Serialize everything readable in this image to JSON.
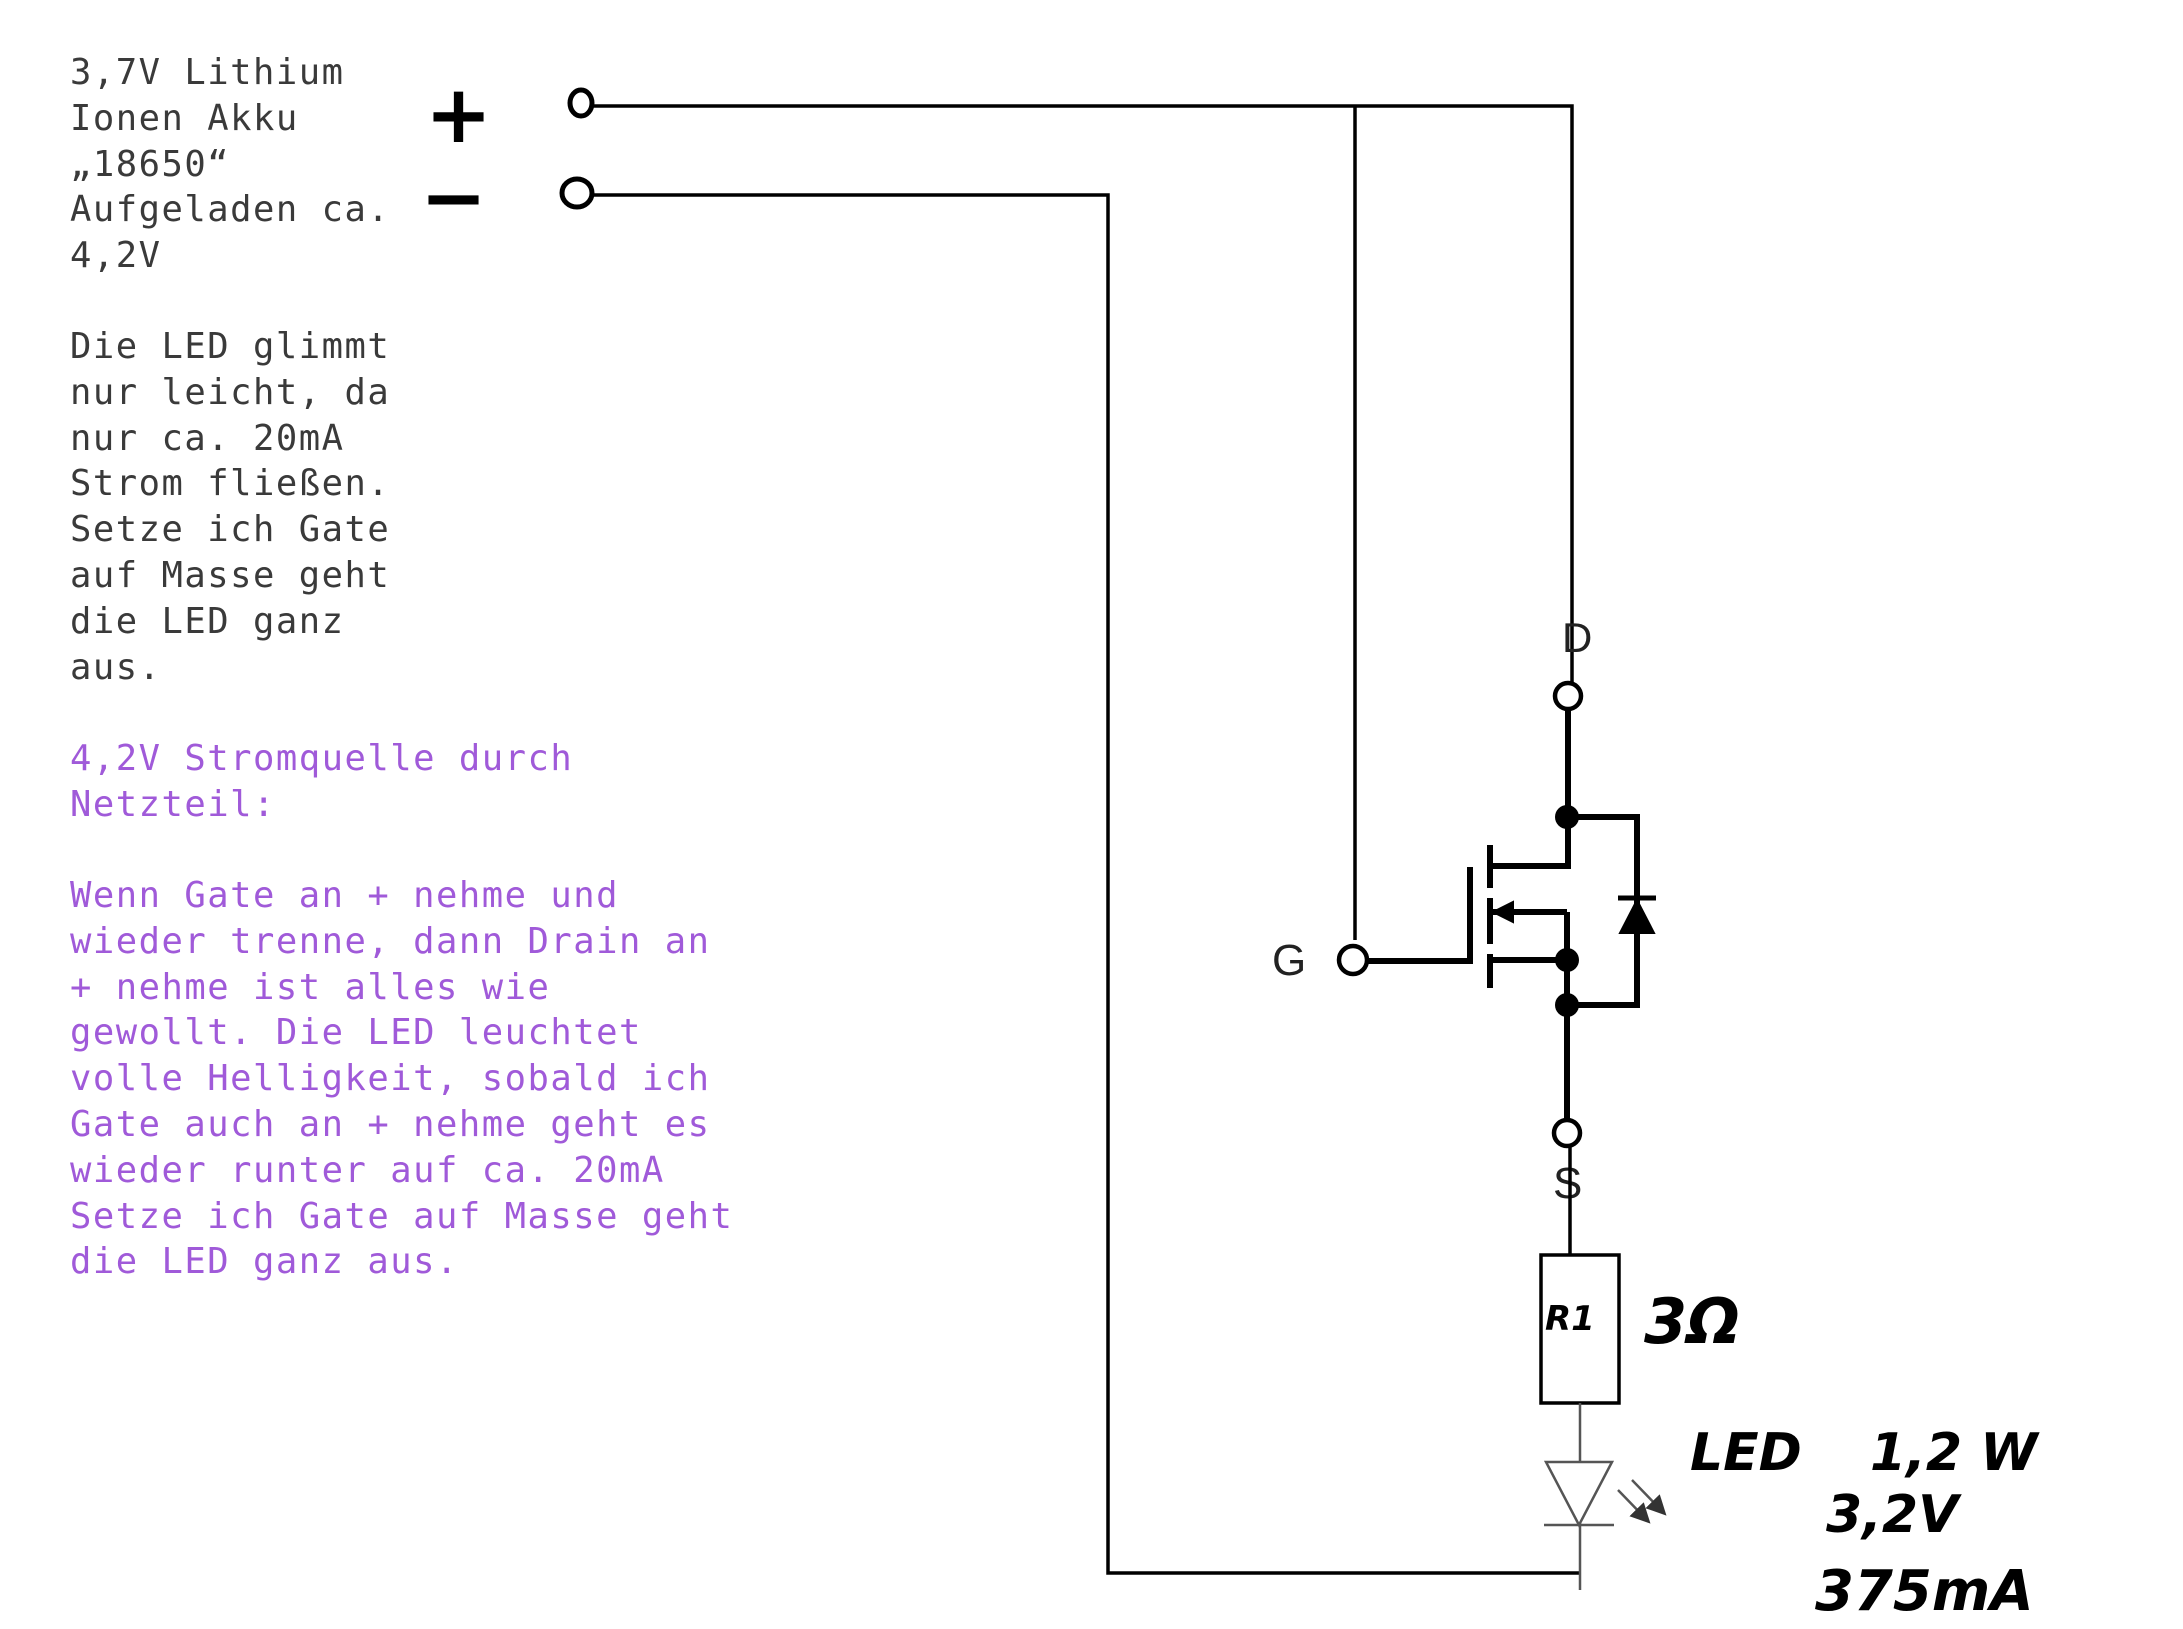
{
  "notes": {
    "battery": "3,7V Lithium\nIonen Akku\n„18650“\nAufgeladen ca.\n4,2V",
    "led_glow": "Die LED glimmt\nnur leicht, da\nnur ca. 20mA\nStrom fließen.\nSetze ich Gate\nauf Masse geht\ndie LED ganz\naus.",
    "psu_title": "4,2V Stromquelle durch\nNetzteil:",
    "psu_body": "Wenn Gate an + nehme und\nwieder trenne, dann Drain an\n+ nehme ist alles wie\ngewollt. Die LED leuchtet\nvolle Helligkeit, sobald ich\nGate auch an + nehme geht es\nwieder runter auf ca. 20mA\nSetze ich Gate auf Masse geht\ndie LED ganz aus."
  },
  "terminals": {
    "plus": "+",
    "minus": "−"
  },
  "mosfet": {
    "drain": "D",
    "gate": "G",
    "source": "S"
  },
  "resistor": {
    "name": "R1",
    "value": "3Ω"
  },
  "led": {
    "label": "LED",
    "power": "1,2 W",
    "voltage": "3,2V",
    "current": "375mA"
  },
  "colors": {
    "black_text": "#3a3a3a",
    "purple_text": "#a05ad9",
    "wire": "#000000"
  }
}
